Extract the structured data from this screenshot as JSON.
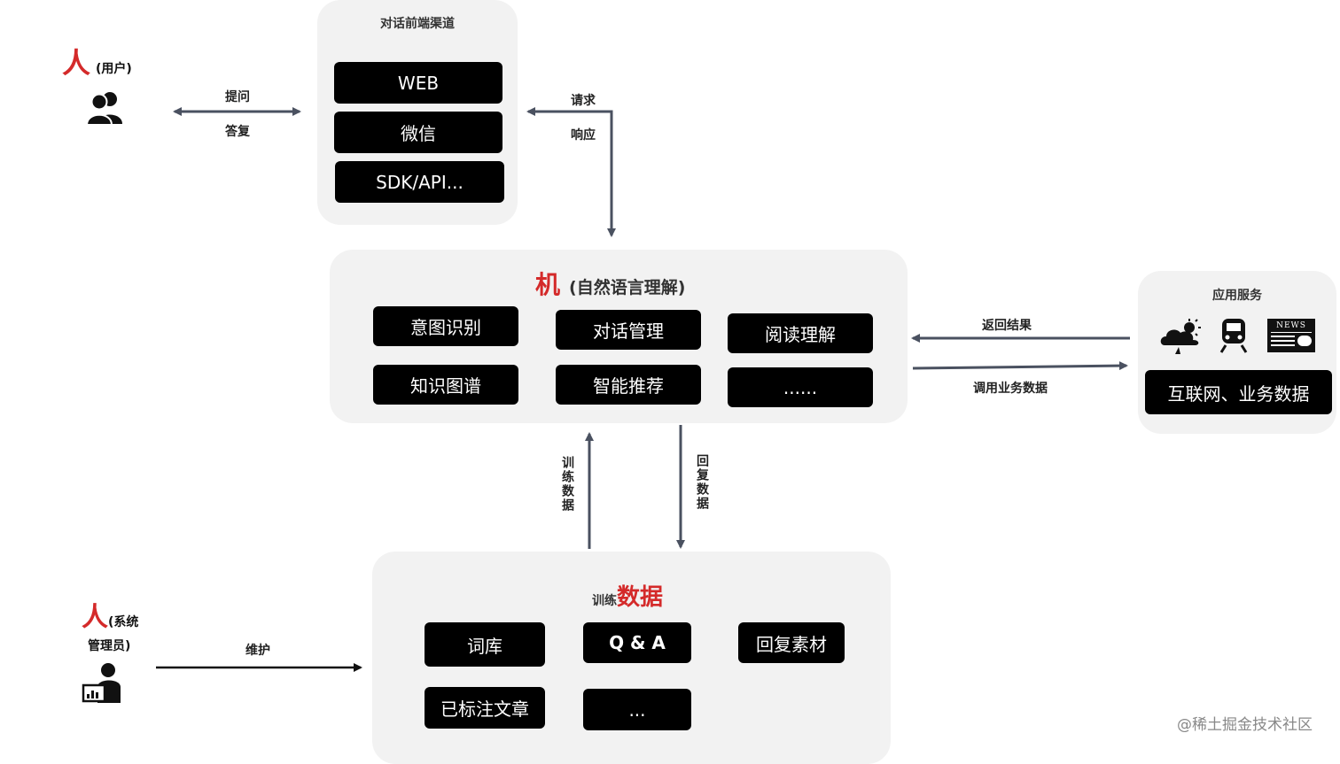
{
  "user": {
    "ren": "人",
    "role": "(用户)"
  },
  "user_arrow": {
    "top": "提问",
    "bottom": "答复"
  },
  "frontend": {
    "title": "对话前端渠道",
    "items": [
      "WEB",
      "微信",
      "SDK/API..."
    ]
  },
  "req_arrow": {
    "top": "请求",
    "bottom": "响应"
  },
  "machine": {
    "ji": "机",
    "subtitle": "(自然语言理解)",
    "items": [
      "意图识别",
      "对话管理",
      "阅读理解",
      "知识图谱",
      "智能推荐",
      "......"
    ]
  },
  "service_arrows": {
    "top": "返回结果",
    "bottom": "调用业务数据"
  },
  "app_service": {
    "title": "应用服务",
    "icons": [
      "weather-icon",
      "train-icon",
      "news-icon"
    ],
    "news_text": "NEWS",
    "data_label": "互联网、业务数据"
  },
  "train_arrows": {
    "left": "训练数据",
    "right": "回复数据"
  },
  "data_panel": {
    "prefix": "训练",
    "title": "数据",
    "items": [
      "词库",
      "Q & A",
      "回复素材",
      "已标注文章",
      "..."
    ]
  },
  "admin": {
    "ren": "人",
    "role_line1": "(系统",
    "role_line2": "管理员)"
  },
  "maintain_label": "维护",
  "watermark": "@稀土掘金技术社区",
  "colors": {
    "accent_red": "#d42a2a",
    "panel_bg": "#f2f2f2",
    "block_bg": "#000000",
    "arrow": "#4a5160"
  }
}
